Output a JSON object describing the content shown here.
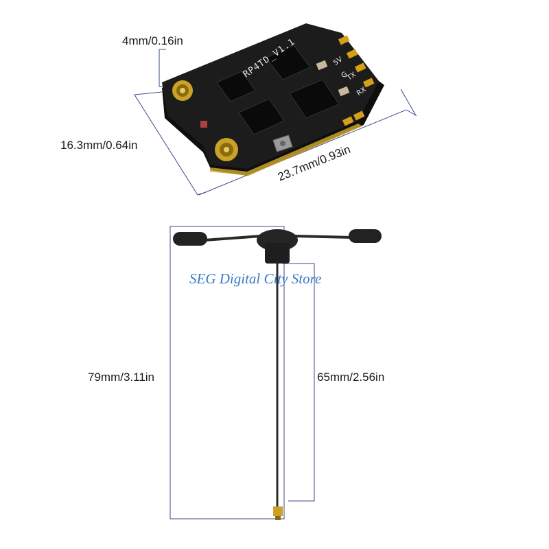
{
  "product": {
    "board_label": "RP4TD_V1.1",
    "pad_labels": [
      "5V",
      "G",
      "TX",
      "RX"
    ]
  },
  "dimensions": {
    "thickness": "4mm/0.16in",
    "width": "16.3mm/0.64in",
    "length": "23.7mm/0.93in",
    "antenna_total": "79mm/3.11in",
    "antenna_element": "65mm/2.56in"
  },
  "watermark": "SEG Digital City Store",
  "colors": {
    "pcb": "#1c1c1c",
    "gold": "#d4a017",
    "dimension_line": "#3a4a8a",
    "watermark": "#3a78c8"
  }
}
